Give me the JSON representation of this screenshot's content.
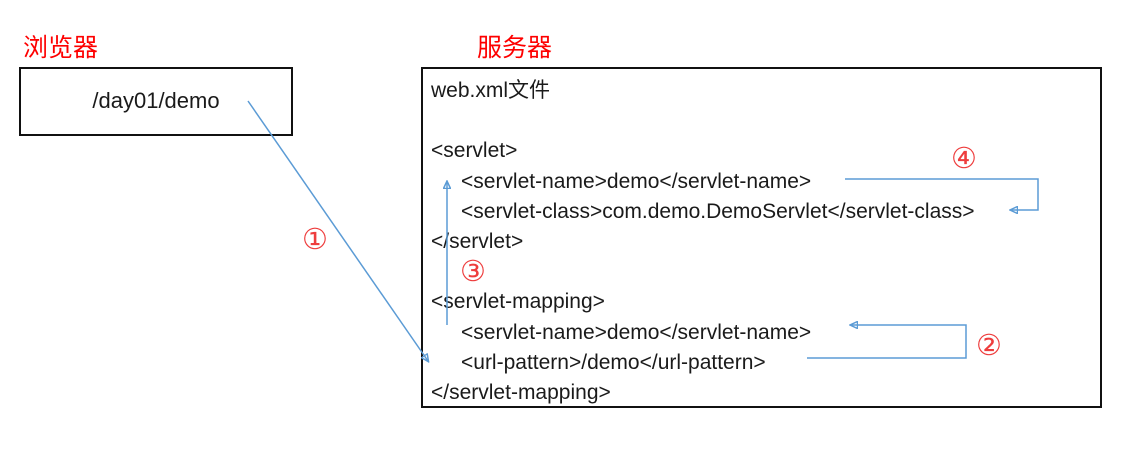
{
  "diagram": {
    "browser": {
      "title": "浏览器",
      "request_url": "/day01/demo"
    },
    "server": {
      "title": "服务器",
      "webxml_lines": [
        "web.xml文件",
        "",
        "<servlet>",
        "<servlet-name>demo</servlet-name>",
        "<servlet-class>com.demo.DemoServlet</servlet-class>",
        "</servlet>",
        "",
        "<servlet-mapping>",
        "<servlet-name>demo</servlet-name>",
        "<url-pattern>/demo</url-pattern>",
        "</servlet-mapping>"
      ]
    },
    "steps": {
      "step1": "①",
      "step2": "②",
      "step3": "③",
      "step4": "④"
    },
    "colors": {
      "arrow_blue": "#5b9bd5",
      "title_red": "#fe0000",
      "step_red": "#ee3d3d",
      "text_black": "#1a1a1a"
    }
  }
}
